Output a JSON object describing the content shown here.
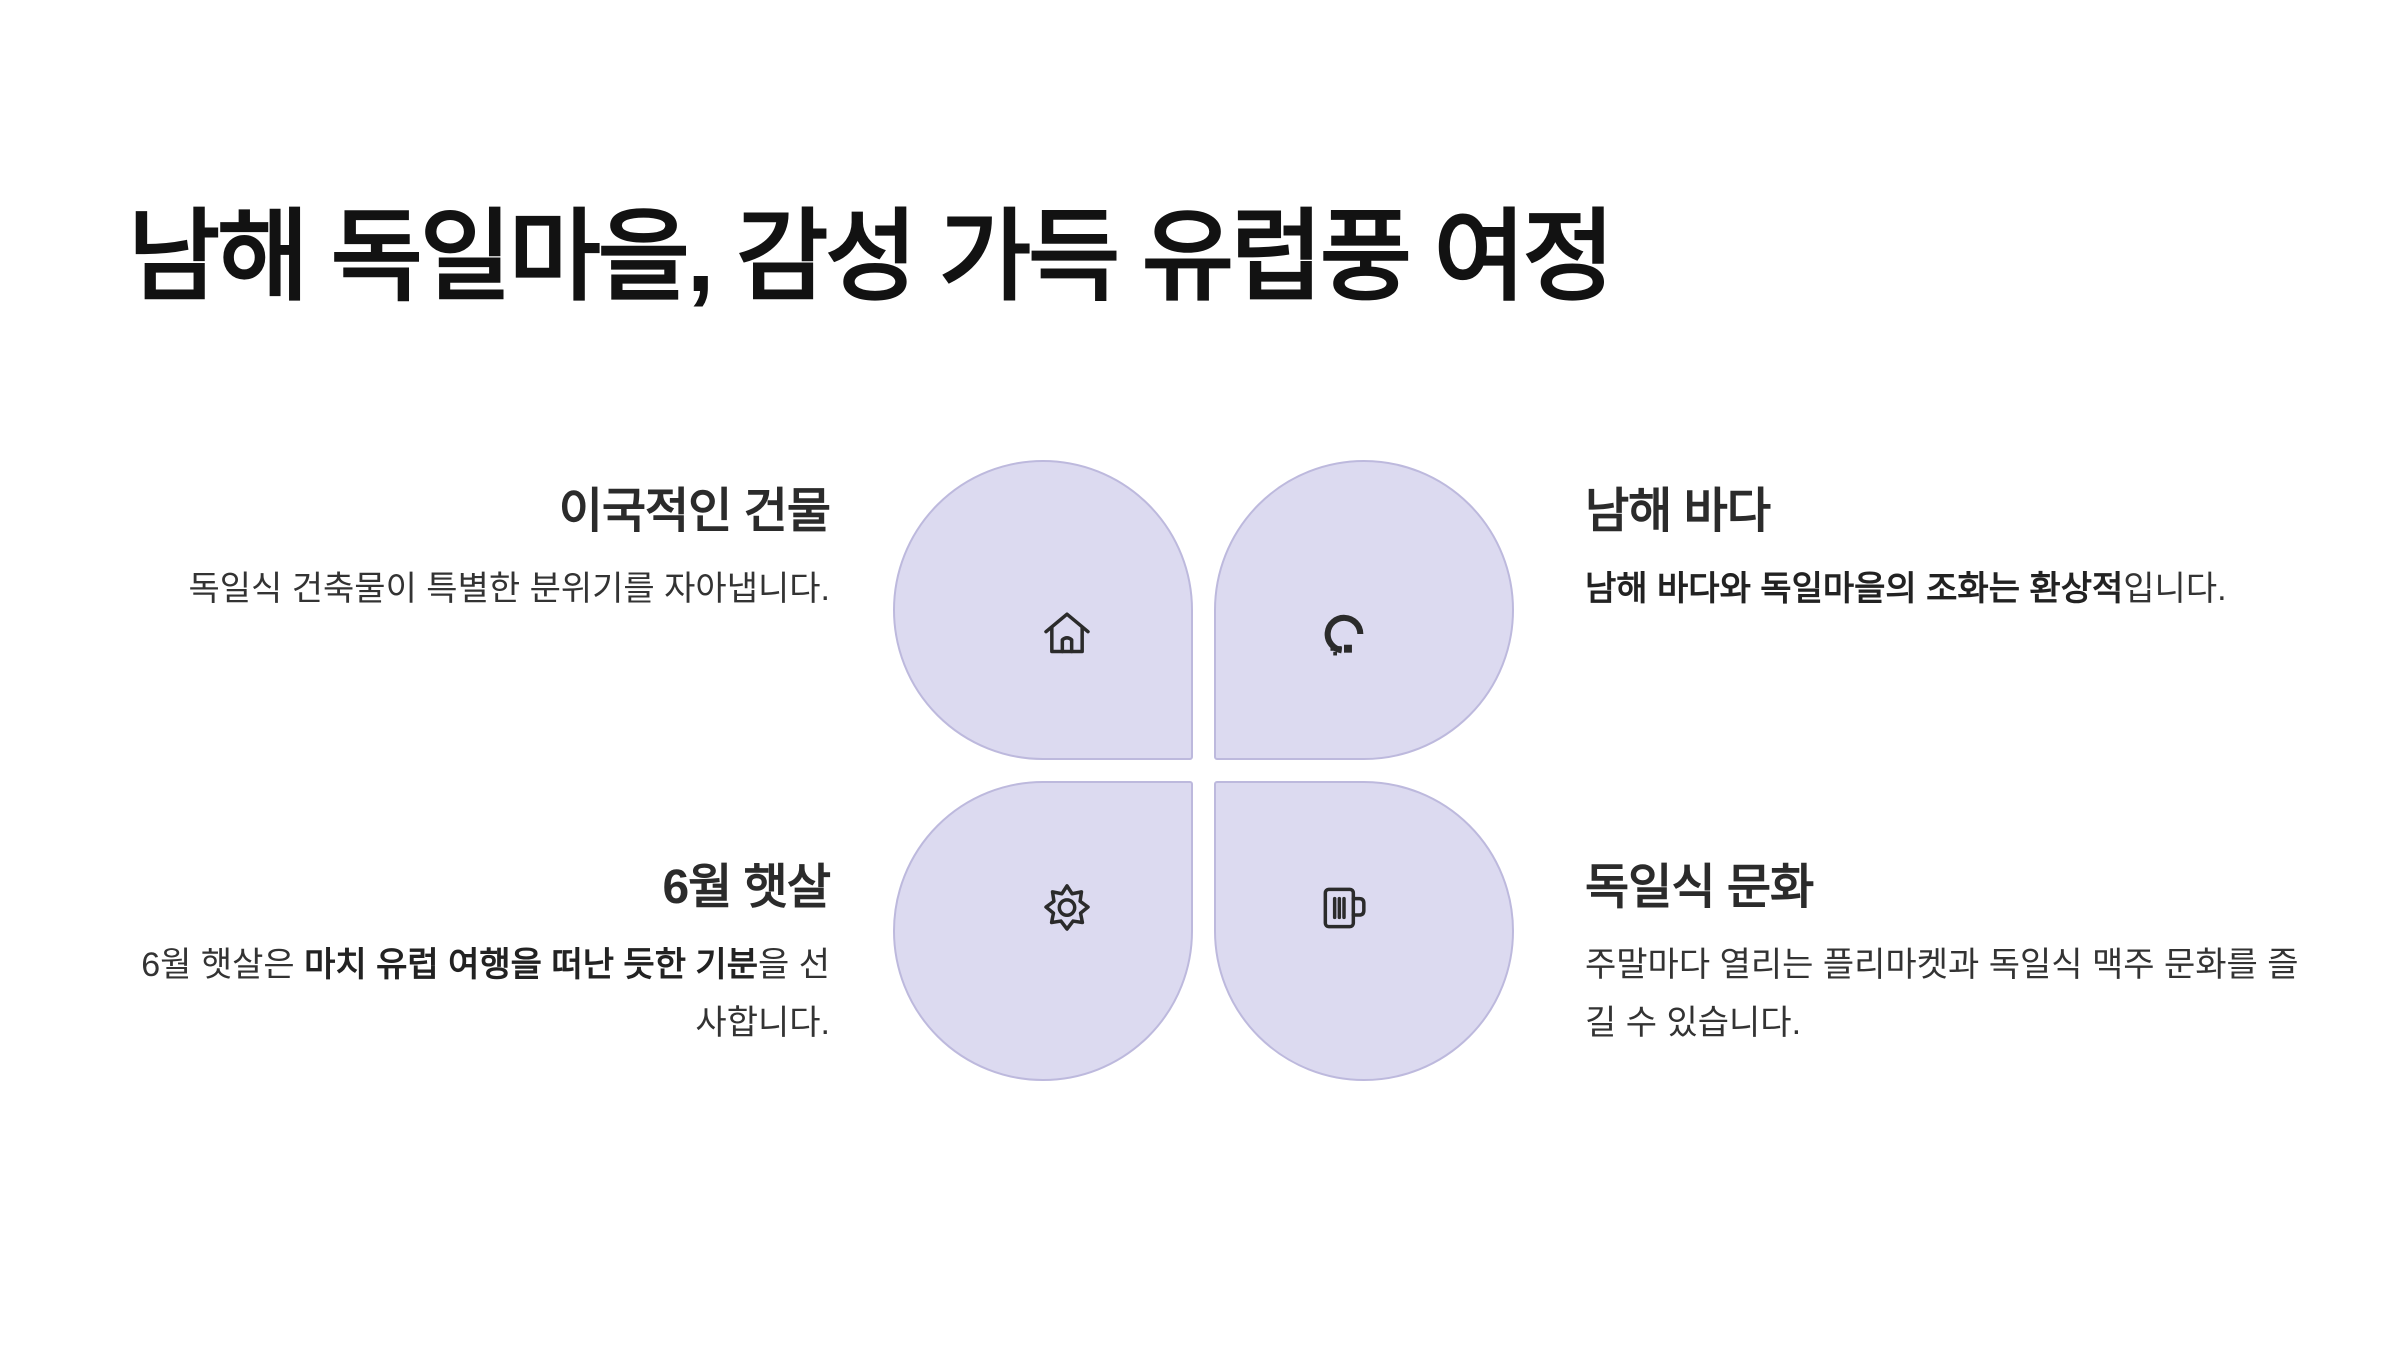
{
  "slide": {
    "title": "남해 독일마을, 감성 가득 유럽풍 여정"
  },
  "colors": {
    "petal_fill": "#dcdaf0",
    "petal_border": "#bdb9dd",
    "text": "#2b2b2b"
  },
  "items": {
    "top_left": {
      "heading": "이국적인 건물",
      "body": "독일식 건축물이 특별한 분위기를 자아냅니다.",
      "icon": "house-icon"
    },
    "top_right": {
      "heading": "남해 바다",
      "body_bold": "남해 바다와 독일마을의 조화는 환상적",
      "body_tail": "입니다.",
      "icon": "loop-logo-icon"
    },
    "bottom_left": {
      "heading": "6월 햇살",
      "body_pre": "6월 햇살은 ",
      "body_bold": "마치 유럽 여행을 떠난 듯한 기분",
      "body_tail": "을 선사합니다.",
      "icon": "sun-icon"
    },
    "bottom_right": {
      "heading": "독일식 문화",
      "body": "주말마다 열리는 플리마켓과 독일식 맥주 문화를 즐길 수 있습니다.",
      "icon": "beer-mug-icon"
    }
  }
}
